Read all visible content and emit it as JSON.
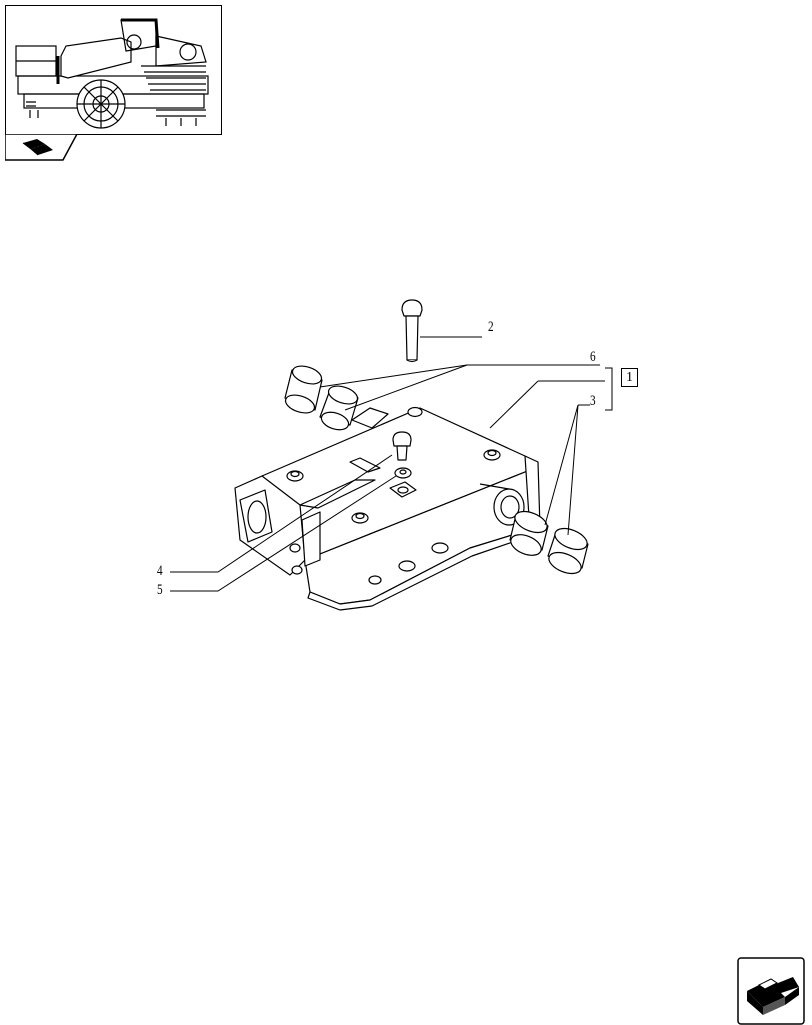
{
  "thumbnail": {
    "description_icon": "tractor-hydraulic-lift-thumbnail-icon",
    "tab_icon": "section-group-icon"
  },
  "callouts": {
    "c1": "1",
    "c2": "2",
    "c3": "3",
    "c4": "4",
    "c5": "5",
    "c6": "6"
  },
  "navigation": {
    "next_icon": "next-page-arrow-icon"
  },
  "colors": {
    "line": "#000000",
    "background": "#ffffff"
  }
}
